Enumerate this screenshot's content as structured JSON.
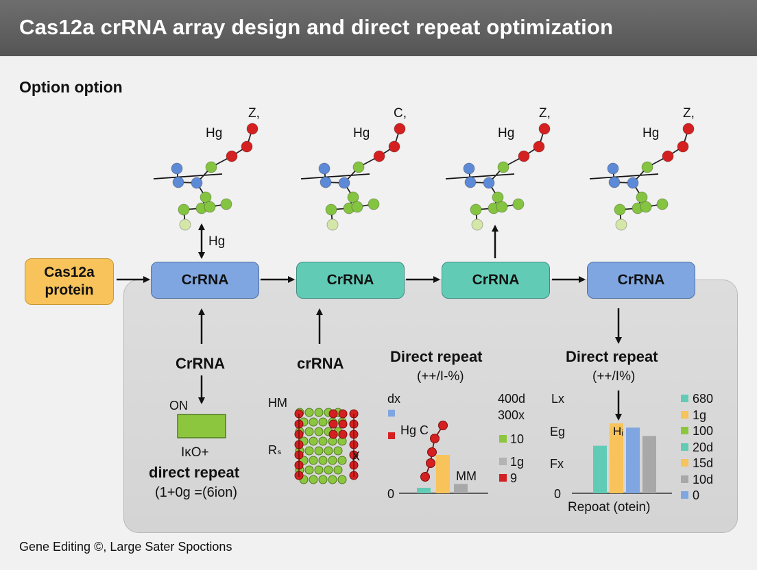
{
  "header": {
    "title": "Cas12a crRNA array design and direct repeat optimization"
  },
  "subtitle": "Option option",
  "footer": "Gene Editing ©, Large Sater Spoctions",
  "protein_box": {
    "line1": "Cas12a",
    "line2": "protein"
  },
  "crrna_boxes": [
    {
      "label": "CrRNA",
      "color": "#7fa6e0"
    },
    {
      "label": "CrRNA",
      "color": "#62cbb6"
    },
    {
      "label": "CrRNA",
      "color": "#62cbb6"
    },
    {
      "label": "CrRNA",
      "color": "#7fa6e0"
    }
  ],
  "molecules": [
    {
      "top_label": "Z,",
      "side_label": "Hg"
    },
    {
      "top_label": "C,",
      "side_label": "Hg"
    },
    {
      "top_label": "Z,",
      "side_label": "Hg"
    },
    {
      "top_label": "Z,",
      "side_label": "Hg"
    }
  ],
  "arrow_label_1": "Hg",
  "col1": {
    "heading": "CrRNA",
    "on_label": "ON",
    "formula": "IĸO+",
    "caption_bold": "direct repeat",
    "caption": "(1+0g =(6ion)"
  },
  "col2": {
    "heading": "crRNA",
    "label_hm": "HM",
    "label_rs": "Rₛ",
    "label_x": "X"
  },
  "col3": {
    "heading": "Direct repeat",
    "sub": "(++/I-%)",
    "legend_dx": "dx",
    "legend_hgc": "Hg C",
    "val_top1": "400d",
    "val_top2": "300x",
    "legend": [
      {
        "label": "10",
        "color": "#8cc63f"
      },
      {
        "label": "1g",
        "color": "#b3b3b3"
      },
      {
        "label": "9",
        "color": "#d42020"
      }
    ],
    "label_mm": "MM",
    "axis_zero": "0",
    "bars": [
      {
        "color": "#62cbb6",
        "value": 1
      },
      {
        "color": "#f7c35a",
        "value": 7
      },
      {
        "color": "#a8a8a8",
        "value": 1.7
      }
    ]
  },
  "col4": {
    "heading": "Direct repeat",
    "sub": "(++/I%)",
    "y_labels": [
      "Lx",
      "Eg",
      "Fx"
    ],
    "axis_zero": "0",
    "xlabel": "Repoat (otein)",
    "bar_label": "Hᵢ",
    "legend": [
      {
        "label": "680",
        "color": "#62cbb6"
      },
      {
        "label": "1g",
        "color": "#f7c35a"
      },
      {
        "label": "100",
        "color": "#8cc63f"
      },
      {
        "label": "20d",
        "color": "#62cbb6"
      },
      {
        "label": "15d",
        "color": "#f7c35a"
      },
      {
        "label": "10d",
        "color": "#a8a8a8"
      },
      {
        "label": "0",
        "color": "#7fa6e0"
      }
    ],
    "bars": [
      {
        "color": "#62cbb6",
        "value": 68
      },
      {
        "color": "#f7c35a",
        "value": 100
      },
      {
        "color": "#7fa6e0",
        "value": 94
      },
      {
        "color": "#a8a8a8",
        "value": 82
      }
    ]
  }
}
